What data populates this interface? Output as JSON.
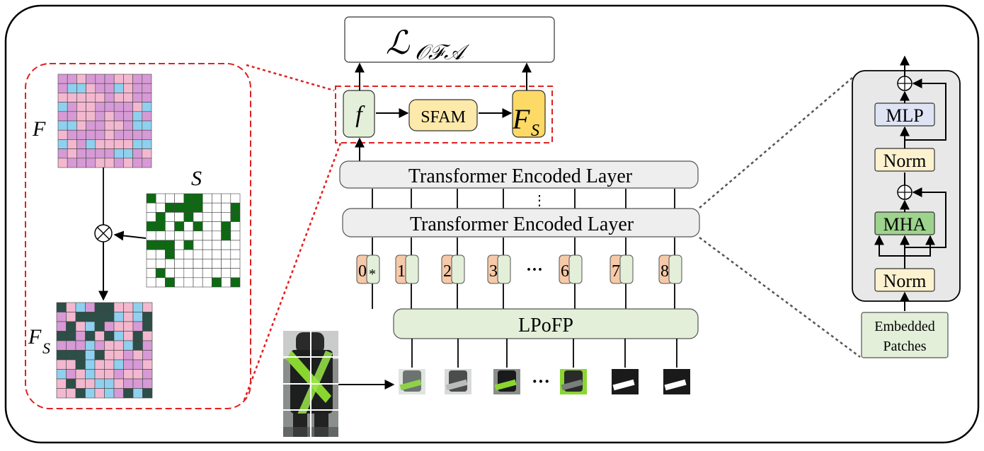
{
  "outer_frame": {
    "label": ""
  },
  "zoom_panel": {
    "f_label": "F",
    "s_label": "S",
    "fs_main": "F",
    "fs_sub": "S",
    "multiply_symbol": "⊗"
  },
  "pipeline": {
    "loss": {
      "main": "ℒ",
      "sub": "𝒪ℱ𝒜"
    },
    "f_box": "f",
    "sfam": "SFAM",
    "fs_box_main": "F",
    "fs_box_sub": "S",
    "encoder_top": "Transformer Encoded Layer",
    "encoder_bottom": "Transformer Encoded Layer",
    "layer_dots": "⋮",
    "tokens": [
      "0",
      "1",
      "2",
      "3",
      "···",
      "6",
      "7",
      "8"
    ],
    "cls_mark": "*",
    "lpofp": "LPoFP",
    "patch_dots": "···"
  },
  "block_detail": {
    "mlp": "MLP",
    "norm_top": "Norm",
    "mha": "MHA",
    "norm_bottom": "Norm",
    "plus_symbol": "⊕",
    "embedded_line1": "Embedded",
    "embedded_line2": "Patches"
  },
  "colors": {
    "grid_pink": "#f3b8cf",
    "grid_purple": "#d79ad6",
    "grid_blue": "#8fd0ef",
    "grid_dark": "#2c4f47",
    "mask_green": "#0d6a12",
    "box_green": "#e3efd9",
    "box_yellow": "#fde9a9",
    "box_orange": "#f6c9a9",
    "box_blue": "#dfe4f5",
    "box_mha": "#9dd38d",
    "box_gray": "#eeeeee",
    "red_dash": "#e02020"
  }
}
